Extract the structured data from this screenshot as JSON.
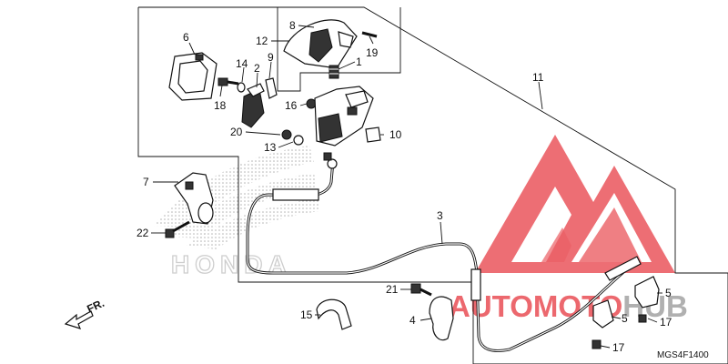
{
  "diagram": {
    "drawing_code": "MGS4F1400",
    "front_marker": "FR.",
    "callouts": [
      {
        "id": "c1",
        "text": "1"
      },
      {
        "id": "c2",
        "text": "2"
      },
      {
        "id": "c3",
        "text": "3"
      },
      {
        "id": "c4",
        "text": "4"
      },
      {
        "id": "c5a",
        "text": "5"
      },
      {
        "id": "c5b",
        "text": "5"
      },
      {
        "id": "c6",
        "text": "6"
      },
      {
        "id": "c7",
        "text": "7"
      },
      {
        "id": "c8",
        "text": "8"
      },
      {
        "id": "c9",
        "text": "9"
      },
      {
        "id": "c10",
        "text": "10"
      },
      {
        "id": "c11",
        "text": "11"
      },
      {
        "id": "c12",
        "text": "12"
      },
      {
        "id": "c13",
        "text": "13"
      },
      {
        "id": "c14",
        "text": "14"
      },
      {
        "id": "c15",
        "text": "15"
      },
      {
        "id": "c16",
        "text": "16"
      },
      {
        "id": "c17a",
        "text": "17"
      },
      {
        "id": "c17b",
        "text": "17"
      },
      {
        "id": "c18",
        "text": "18"
      },
      {
        "id": "c19",
        "text": "19"
      },
      {
        "id": "c20",
        "text": "20"
      },
      {
        "id": "c21",
        "text": "21"
      },
      {
        "id": "c22",
        "text": "22"
      }
    ]
  },
  "watermark": {
    "brand_part_1": "AUTO",
    "brand_part_2": "MOTO",
    "brand_part_3": "HUB",
    "brand_colors": {
      "red": "#e8434a",
      "gray": "#b0b0b0"
    }
  },
  "background_logo": {
    "text": "HONDA"
  }
}
